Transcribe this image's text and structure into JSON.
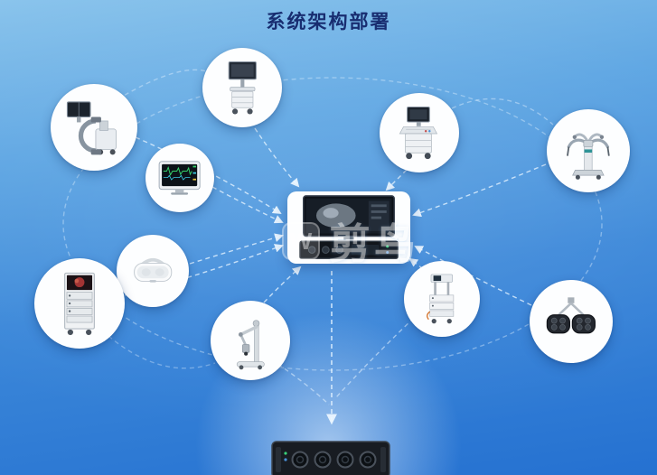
{
  "title": "系统架构部署",
  "watermark": {
    "logo": "W",
    "text": "剪鸟"
  },
  "diagram": {
    "hub": {
      "name": "central-video-hub",
      "icon": "central-video-hub-icon"
    },
    "nodes": [
      {
        "name": "workstation-cart",
        "icon": "workstation-cart-icon"
      },
      {
        "name": "c-arm-xray",
        "icon": "c-arm-xray-icon"
      },
      {
        "name": "patient-monitor",
        "icon": "patient-monitor-icon"
      },
      {
        "name": "ultrasound-cart",
        "icon": "ultrasound-cart-icon"
      },
      {
        "name": "surgical-robot",
        "icon": "surgical-robot-icon"
      },
      {
        "name": "vr-headset",
        "icon": "vr-headset-icon"
      },
      {
        "name": "endoscopy-tower",
        "icon": "endoscopy-tower-icon"
      },
      {
        "name": "microscope-stand",
        "icon": "microscope-stand-icon"
      },
      {
        "name": "equipment-cart",
        "icon": "equipment-cart-icon"
      },
      {
        "name": "surgical-lights",
        "icon": "surgical-lights-icon"
      },
      {
        "name": "rack-server",
        "icon": "rack-server-icon"
      }
    ],
    "colors": {
      "connection": "#ddeefe",
      "title": "#182d70",
      "background_top": "#8ac4ec",
      "background_bottom": "#2571d1"
    }
  }
}
